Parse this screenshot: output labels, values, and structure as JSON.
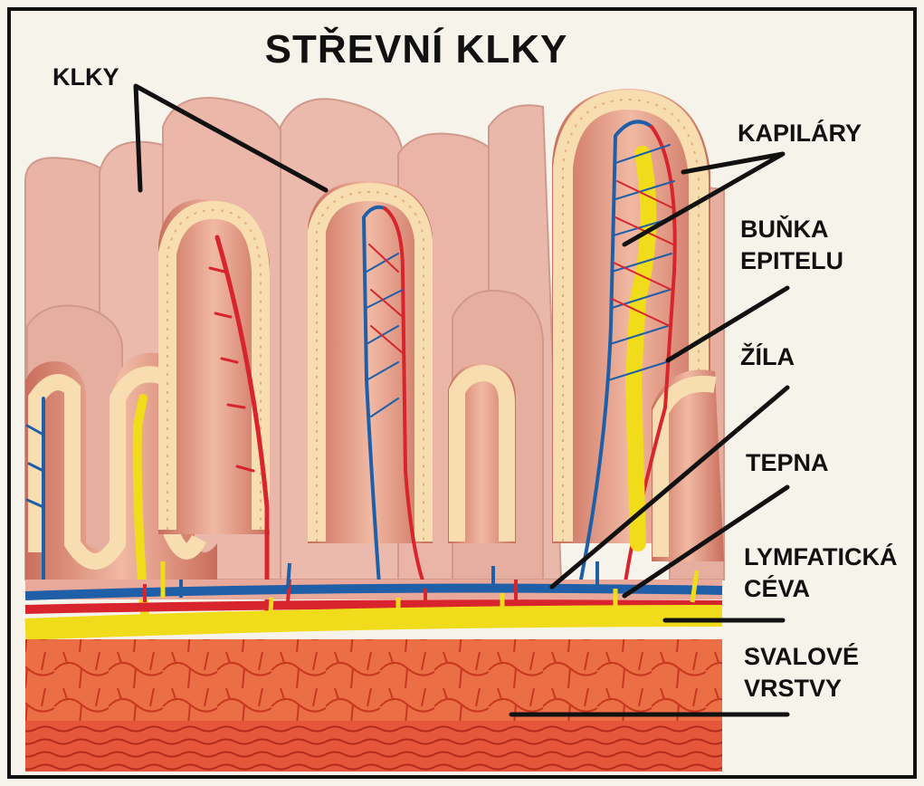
{
  "title": "STŘEVNÍ KLKY",
  "labels": {
    "klky": "KLKY",
    "kapilary": "KAPILÁRY",
    "bunka_line1": "BUŇKA",
    "bunka_line2": "EPITELU",
    "zila": "ŽÍLA",
    "tepna": "TEPNA",
    "lymf_line1": "LYMFATICKÁ",
    "lymf_line2": "CÉVA",
    "svalove_line1": "SVALOVÉ",
    "svalove_line2": "VRSTVY"
  },
  "colors": {
    "tissue": "#e9a48f",
    "tissue_dark": "#b5584a",
    "epithelium": "#f7ddb0",
    "vein": "#1f5fa8",
    "artery": "#d8242d",
    "lymph": "#f0dc1a",
    "muscle": "#e7653d"
  }
}
